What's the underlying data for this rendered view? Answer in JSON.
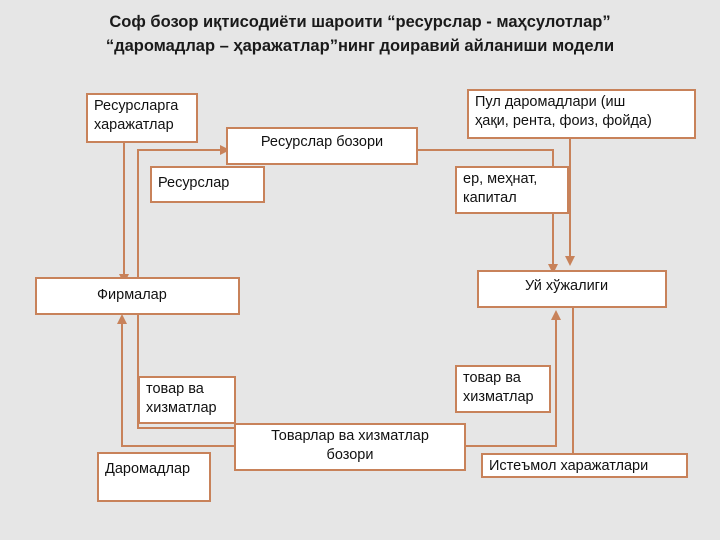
{
  "title": {
    "line1": "Соф бозор иқтисодиёти шароити “ресурслар - маҳсулотлар”",
    "line2": "“даромадлар – ҳаражатлар”нинг доиравий айланиши модели"
  },
  "boxes": {
    "resource_costs": "Ресурсларга\nхаражатлар",
    "resource_market": "Ресурслар бозори",
    "money_income": "Пул даромадлари (иш\nҳақи, рента, фоиз, фойда)",
    "resources": "Ресурслар",
    "land_labor_capital": "ер, меҳнат,\nкапитал",
    "firms": "Фирмалар",
    "households": "Уй хўжалиги",
    "goods_services_left": "товар ва\nхизматлар",
    "goods_services_right": "товар ва\nхизматлар",
    "goods_market": "Товарлар ва хизматлар\nбозори",
    "revenue": "Даромадлар",
    "consumption_spending": "Истеъмол харажатлари"
  },
  "colors": {
    "border": "#c8825a",
    "background": "#e6e6e6"
  }
}
